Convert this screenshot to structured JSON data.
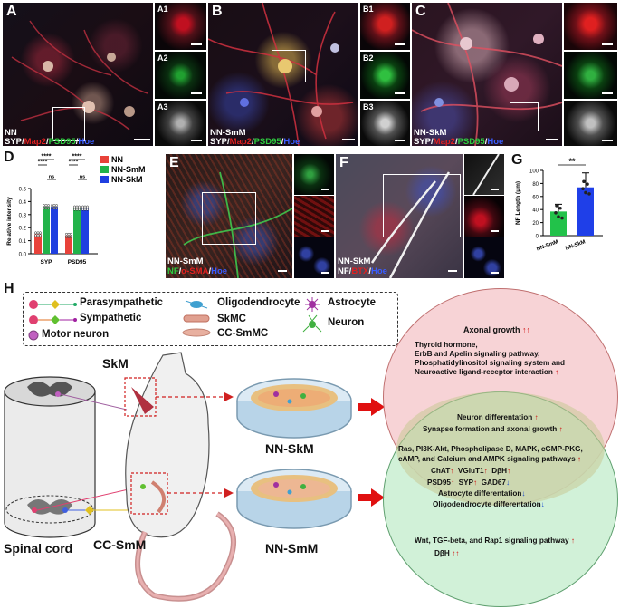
{
  "panels": {
    "A": {
      "label": "A",
      "title": "NN",
      "stain": [
        "SYP",
        "Map2",
        "PSD95",
        "Hoe"
      ]
    },
    "A_insets": [
      "A1",
      "A2",
      "A3"
    ],
    "B": {
      "label": "B",
      "title": "NN-SmM",
      "stain": [
        "SYP",
        "Map2",
        "PSD95",
        "Hoe"
      ]
    },
    "B_insets": [
      "B1",
      "B2",
      "B3"
    ],
    "C": {
      "label": "C",
      "title": "NN-SkM",
      "stain": [
        "SYP",
        "Map2",
        "PSD95",
        "Hoe"
      ]
    },
    "D": {
      "label": "D"
    },
    "E": {
      "label": "E",
      "title": "NN-SmM",
      "stain": [
        "NF",
        "α-SMA",
        "Hoe"
      ]
    },
    "F": {
      "label": "F",
      "title": "NN-SkM",
      "stain": [
        "NF",
        "BTX",
        "Hoe"
      ]
    },
    "G": {
      "label": "G"
    },
    "H": {
      "label": "H"
    }
  },
  "chart_data": [
    {
      "type": "bar",
      "categories": [
        "SYP",
        "PSD95"
      ],
      "series": [
        {
          "name": "NN",
          "values": [
            0.15,
            0.14
          ],
          "color": "#e8423a"
        },
        {
          "name": "NN-SmM",
          "values": [
            0.36,
            0.35
          ],
          "color": "#22b34a"
        },
        {
          "name": "NN-SkM",
          "values": [
            0.36,
            0.35
          ],
          "color": "#1f3fe0"
        }
      ],
      "ylabel": "Relative intensity",
      "ylim": [
        0,
        0.5
      ],
      "yticks": [
        "0.0",
        "0.1",
        "0.2",
        "0.3",
        "0.4",
        "0.5"
      ],
      "significance": [
        "****",
        "****",
        "ns",
        "****",
        "****",
        "ns"
      ]
    },
    {
      "type": "bar",
      "categories": [
        "NN-SmM",
        "NN-SkM"
      ],
      "values": [
        37,
        74
      ],
      "colors": [
        "#22c24a",
        "#1f3fe8"
      ],
      "ylabel": "NF Length (μm)",
      "ylim": [
        0,
        100
      ],
      "yticks": [
        "0",
        "20",
        "40",
        "60",
        "80",
        "100"
      ],
      "significance": "**"
    }
  ],
  "legend_H": {
    "parasympathetic": "Parasympathetic",
    "sympathetic": "Sympathetic",
    "motor_neuron": "Motor neuron",
    "oligodendrocyte": "Oligodendrocyte",
    "skmc": "SkMC",
    "cc_smmc": "CC-SmMC",
    "astrocyte": "Astrocyte",
    "neuron": "Neuron"
  },
  "schematic": {
    "skm": "SkM",
    "cc_smm": "CC-SmM",
    "spinal_cord": "Spinal cord",
    "dish_top": "NN-SkM",
    "dish_bottom": "NN-SmM"
  },
  "venn": {
    "top_1": "Axonal growth",
    "top_2": "Thyroid hormone,",
    "top_3": "ErbB and Apelin signaling pathway,",
    "top_4": "Phosphatidylinositol signaling system and",
    "top_5": "Neuroactive ligand-receptor interaction",
    "mid_1": "Neuron differentation",
    "mid_2": "Synapse formation and axonal growth",
    "mid_3": "Ras, PI3K-Akt, Phospholipase D, MAPK, cGMP-PKG,",
    "mid_4": "cAMP, and Calcium and AMPK signaling pathways",
    "chat": "ChAT",
    "vglut1": "VGluT1",
    "dbh": "DβH",
    "psd95": "PSD95",
    "syp": "SYP",
    "gad67": "GAD67",
    "mid_7": "Astrocyte differentation",
    "mid_8": "Oligodendrocyte differentation",
    "bot_1": "Wnt, TGF-beta, and Rap1 signaling pathway",
    "bot_2": "DβH"
  }
}
